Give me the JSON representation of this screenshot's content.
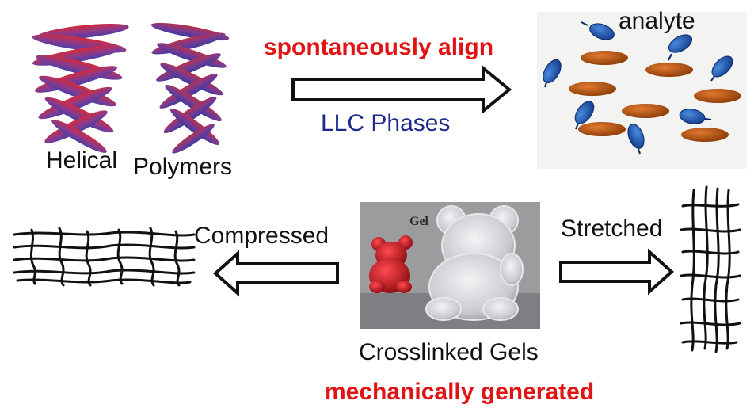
{
  "top": {
    "helical_label": "Helical",
    "polymers_label": "Polymers",
    "align_label": "spontaneously align",
    "phase_label": "LLC Phases",
    "analyte_label": "analyte"
  },
  "bottom": {
    "compressed_label": "Compressed",
    "stretched_label": "Stretched",
    "gel_photo_label": "Gel",
    "crosslinked_label": "Crosslinked Gels",
    "mechanical_label": "mechanically generated"
  },
  "colors": {
    "accent_red": "#e01414",
    "phase_blue": "#1b2a8c",
    "analyte_blue": "#1f5fbf",
    "ellipsoid_orange": "#b8520e",
    "helix_red": "#d42a3a",
    "helix_purple": "#5b3fa0",
    "gel_red": "#c8141e"
  }
}
